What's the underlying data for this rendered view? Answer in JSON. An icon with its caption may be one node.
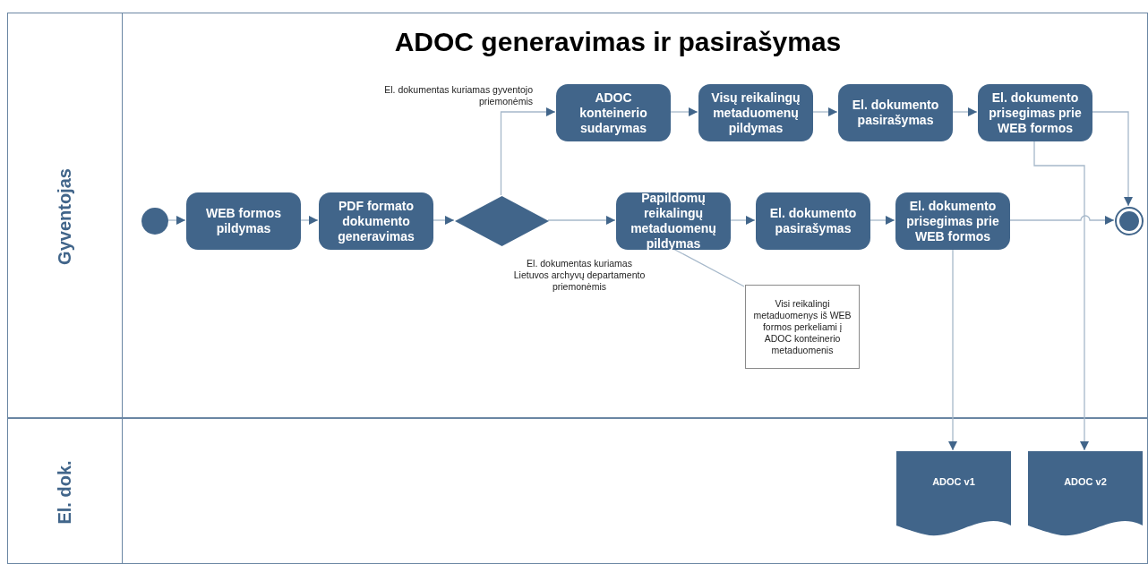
{
  "diagram": {
    "title": "ADOC generavimas ir pasirašymas",
    "nodes": [
      {
        "text": [
          "Gyventojas"
        ]
      },
      {
        "text": [
          "El. dok."
        ]
      },
      {
        "text": [],
        "shape": "circle",
        "in": 0
      },
      {
        "text": [
          "WEB formos pildymas"
        ],
        "in": 0
      },
      {
        "text": [
          "PDF formato dokumento generavimas"
        ],
        "in": 0
      },
      {
        "text": [],
        "shape": "diamond",
        "in": 0
      },
      {
        "text": [
          "ADOC konteinerio sudarymas"
        ],
        "in": 0
      },
      {
        "text": [
          "Visų reikalingų metaduomenų pildymas"
        ],
        "in": 0
      },
      {
        "text": [
          "El. dokumento pasirašymas"
        ],
        "in": 0
      },
      {
        "text": [
          "El. dokumento prisegimas prie WEB formos"
        ],
        "in": 0
      },
      {
        "text": [
          "Papildomų reikalingų metaduomenų pildymas"
        ],
        "in": 0
      },
      {
        "text": [
          "El. dokumento pasirašymas"
        ],
        "in": 0
      },
      {
        "text": [
          "El. dokumento prisegimas prie WEB formos"
        ],
        "in": 0
      },
      {
        "text": [],
        "shape": "circle",
        "in": 0
      },
      {
        "text": [
          "Visi reikalingi metaduomenys iš WEB formos perkeliami į ADOC konteinerio metaduomenis"
        ],
        "in": 0
      },
      {
        "text": [
          "ADOC v1"
        ],
        "in": 1
      },
      {
        "text": [
          "ADOC v2"
        ],
        "in": 1
      }
    ],
    "edges": [
      {
        "from": 2,
        "to": 3,
        "arrow": "to"
      },
      {
        "from": 3,
        "to": 4,
        "arrow": "to"
      },
      {
        "from": 4,
        "to": 5,
        "arrow": "to"
      },
      {
        "from": 5,
        "to": 6,
        "arrow": "to",
        "label": "El. dokumentas kuriamas gyventojo priemonėmis"
      },
      {
        "from": 6,
        "to": 7,
        "arrow": "to"
      },
      {
        "from": 7,
        "to": 8,
        "arrow": "to"
      },
      {
        "from": 8,
        "to": 9,
        "arrow": "to"
      },
      {
        "from": 9,
        "to": 13,
        "arrow": "to"
      },
      {
        "from": 5,
        "to": 10,
        "arrow": "to",
        "label": "El. dokumentas kuriamas Lietuvos archyvų departamento priemonėmis"
      },
      {
        "from": 10,
        "to": 11,
        "arrow": "to"
      },
      {
        "from": 11,
        "to": 12,
        "arrow": "to"
      },
      {
        "from": 12,
        "to": 13,
        "arrow": "to"
      },
      {
        "from": 14,
        "to": 10,
        "arrow": "none"
      },
      {
        "from": 12,
        "to": 15,
        "arrow": "to"
      },
      {
        "from": 9,
        "to": 16,
        "arrow": "to"
      }
    ]
  }
}
